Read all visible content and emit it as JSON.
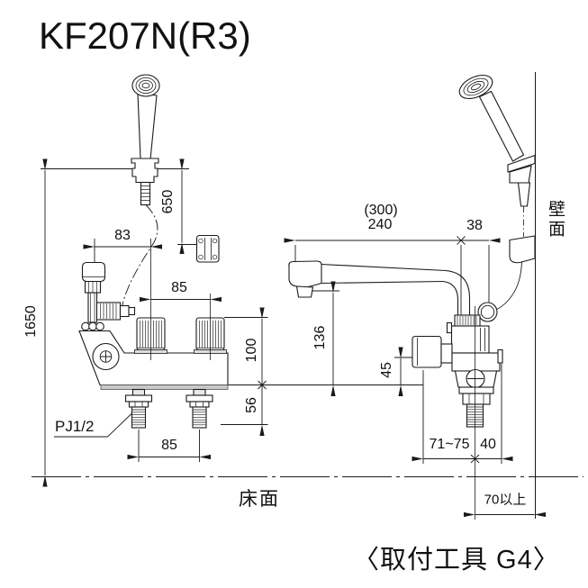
{
  "product": {
    "model": "KF207N(R3)",
    "tool_note": "〈取付工具 G4〉"
  },
  "dimensions": {
    "overall_height": "1650",
    "shower_hose_drop": "650",
    "riser_to_handle": "83",
    "handle_pitch": "85",
    "deck_to_center": "100",
    "center_to_leg": "56",
    "pipe_pitch": "85",
    "pipe_thread": "PJ1/2",
    "spout_reach_ref": "(300)",
    "spout_reach": "240",
    "center_to_wall_offset": "38",
    "spout_height": "136",
    "valve_drop": "45",
    "mount_range": "71~75",
    "rear_clearance": "40",
    "wall_clearance_min": "70以上"
  },
  "labels": {
    "wall_surface": "壁面",
    "floor_surface": "床面"
  },
  "colors": {
    "line": "#1a1a1a",
    "background": "#ffffff",
    "plate_gray": "#c9c9c9"
  }
}
